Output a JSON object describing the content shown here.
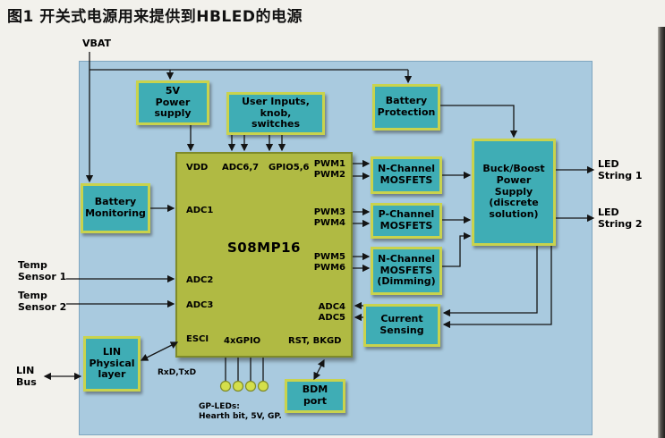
{
  "title": "图1 开关式电源用来提供到HBLED的电源",
  "colors": {
    "panel_background": "#a9cadf",
    "block_fill": "#3fadb5",
    "block_border": "#c9d34d",
    "mcu_fill": "#b0ba43",
    "mcu_border": "#7e8a2a",
    "led_indicator_fill": "#d4df4b",
    "wire": "#141414"
  },
  "labels": {
    "vbat": "VBAT",
    "temp1": "Temp\nSensor 1",
    "temp2": "Temp\nSensor 2",
    "lin_bus": "LIN\nBus",
    "led1": "LED\nString 1",
    "led2": "LED\nString 2",
    "rxd_txd": "RxD,TxD",
    "gp_leds": "GP-LEDs:\nHearth bit, 5V, GP."
  },
  "blocks": {
    "psu5v": "5V\nPower supply",
    "user_inputs": "User Inputs, knob,\nswitches",
    "battery_protection": "Battery\nProtection",
    "battery_monitoring": "Battery\nMonitoring",
    "buck_boost": "Buck/Boost\nPower Supply\n(discrete solution)",
    "nch": "N-Channel\nMOSFETS",
    "pch": "P-Channel\nMOSFETS",
    "nch_dim": "N-Channel\nMOSFETS\n(Dimming)",
    "current_sensing": "Current\nSensing",
    "lin_phy": "LIN\nPhysical\nlayer",
    "bdm": "BDM port"
  },
  "mcu": {
    "name": "S08MP16",
    "pins": {
      "vdd": "VDD",
      "adc67": "ADC6,7",
      "gpio56": "GPIO5,6",
      "adc1": "ADC1",
      "adc2": "ADC2",
      "adc3": "ADC3",
      "esci": "ESCI",
      "gpio4x": "4xGPIO",
      "rst_bkgd": "RST, BKGD",
      "pwm12": "PWM1\nPWM2",
      "pwm34": "PWM3\nPWM4",
      "pwm56": "PWM5\nPWM6",
      "adc45": "ADC4\nADC5"
    }
  }
}
